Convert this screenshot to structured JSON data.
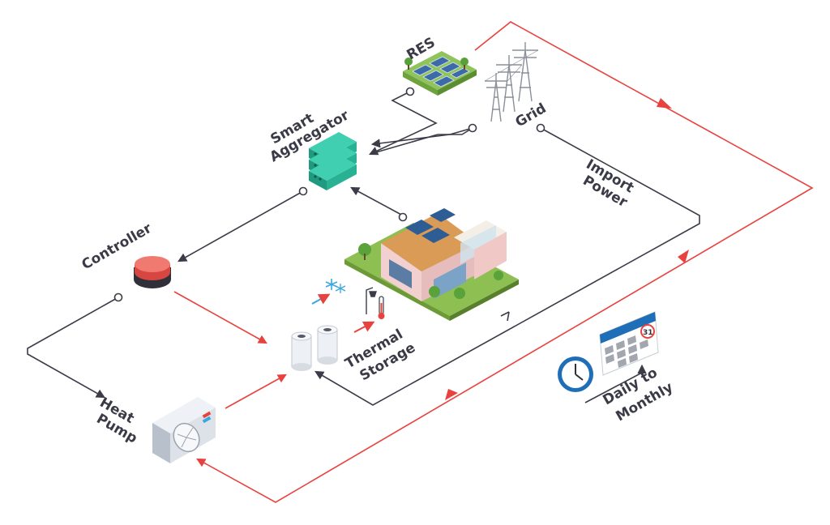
{
  "labels": {
    "res": "RES",
    "grid": "Grid",
    "smart_aggregator_line1": "Smart",
    "smart_aggregator_line2": "Aggregator",
    "import_power_line1": "Import",
    "import_power_line2": "Power",
    "controller": "Controller",
    "heat_pump_line1": "Heat",
    "heat_pump_line2": "Pump",
    "thermal_storage_line1": "Thermal",
    "thermal_storage_line2": "Storage",
    "daily_monthly_line1": "Daily to",
    "daily_monthly_line2": "Monthly",
    "calendar_day": "31"
  },
  "colors": {
    "flow_red": "#e8423f",
    "flow_dark": "#3b3c48",
    "accent_teal": "#2bb59a",
    "ice_blue": "#3aa7df",
    "clock_blue": "#1f6fb8"
  }
}
